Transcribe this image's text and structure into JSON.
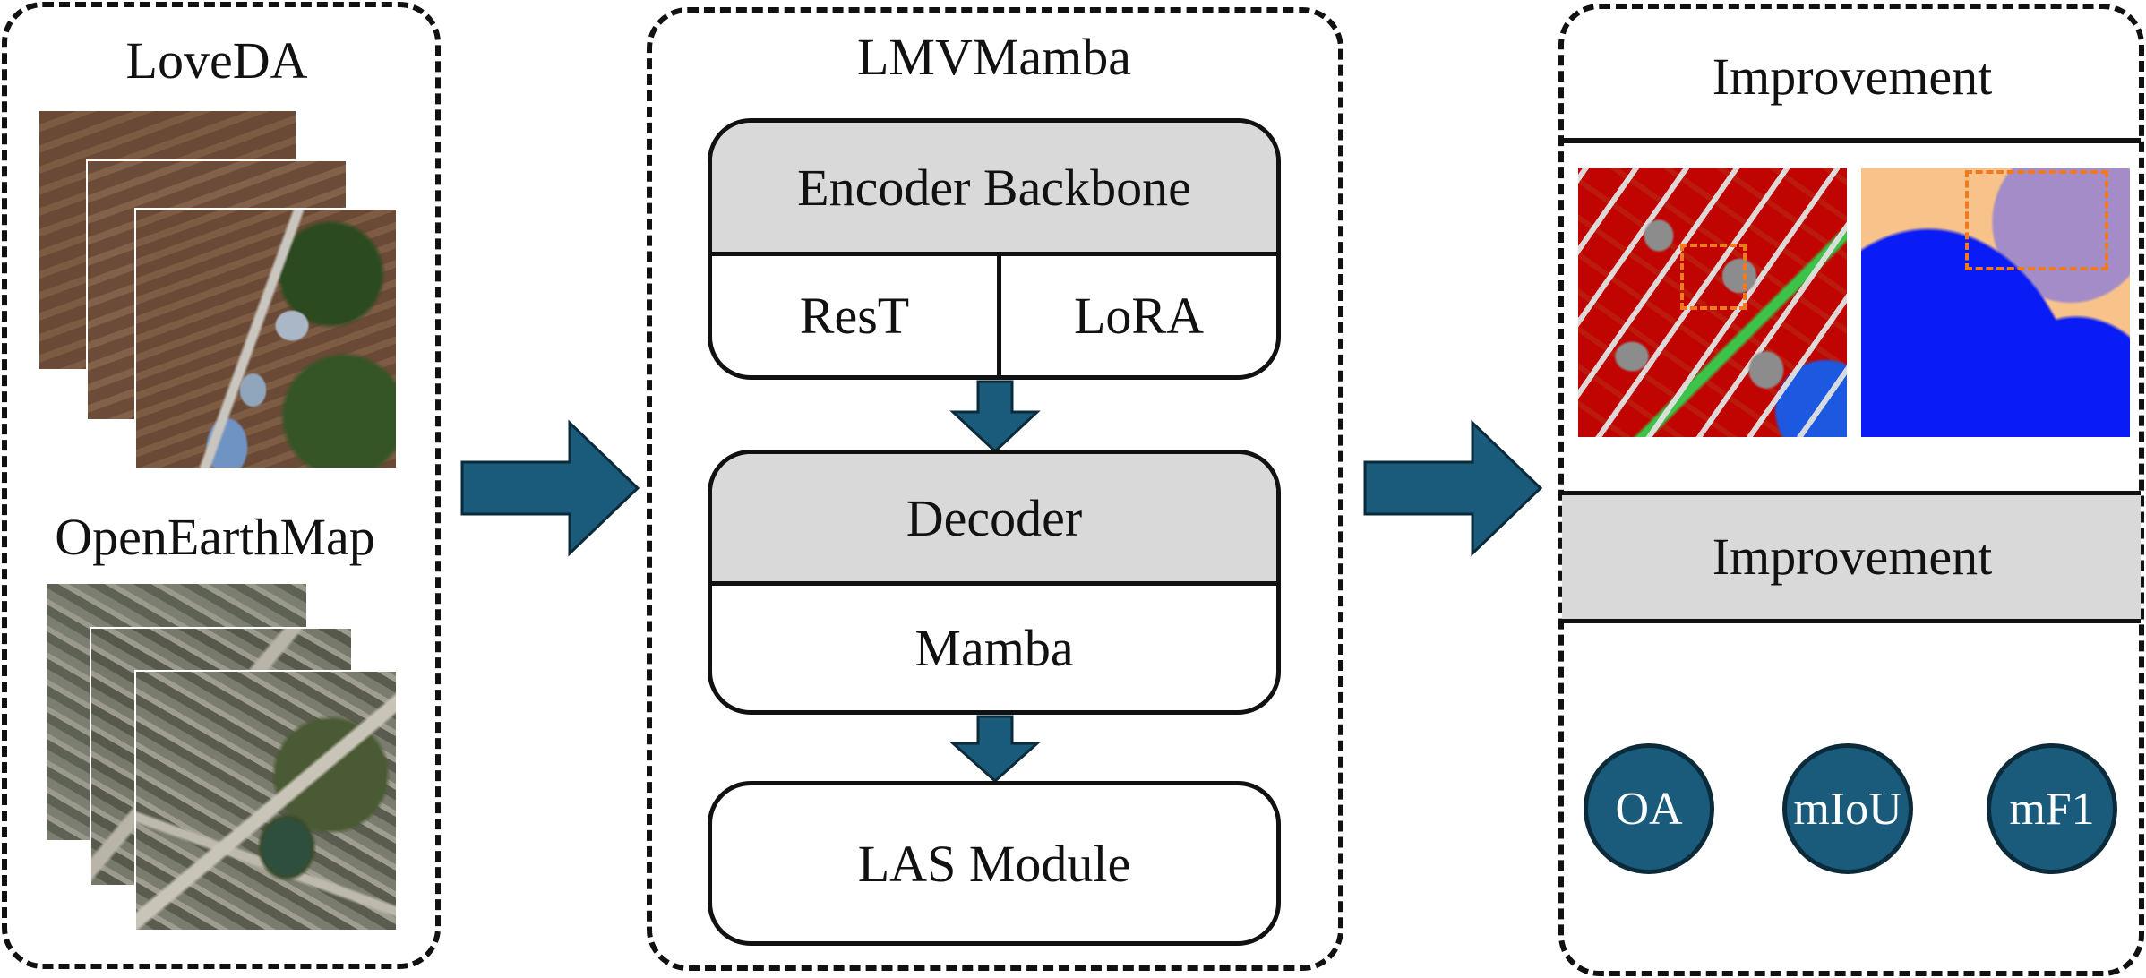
{
  "datasets_panel": {
    "dataset1": "LoveDA",
    "dataset2": "OpenEarthMap"
  },
  "model_panel": {
    "title": "LMVMamba",
    "encoder": {
      "header": "Encoder Backbone",
      "left": "ResT",
      "right": "LoRA"
    },
    "decoder": {
      "header": "Decoder",
      "body": "Mamba"
    },
    "module": "LAS Module"
  },
  "results_panel": {
    "title_top": "Improvement",
    "title_mid": "Improvement",
    "metrics": [
      "OA",
      "mIoU",
      "mF1"
    ]
  },
  "colors": {
    "arrow": "#1a5a7a",
    "arrow_outline": "#0b2a3a",
    "header_fill": "#d9d9d9",
    "seg_building": "#dd1f0e",
    "seg_road": "#e6e6e6",
    "seg_water": "#0a1cf5",
    "seg_barren": "#f8c38a",
    "seg_rangeland": "#a38cc7",
    "highlight_box": "#f07a20"
  }
}
